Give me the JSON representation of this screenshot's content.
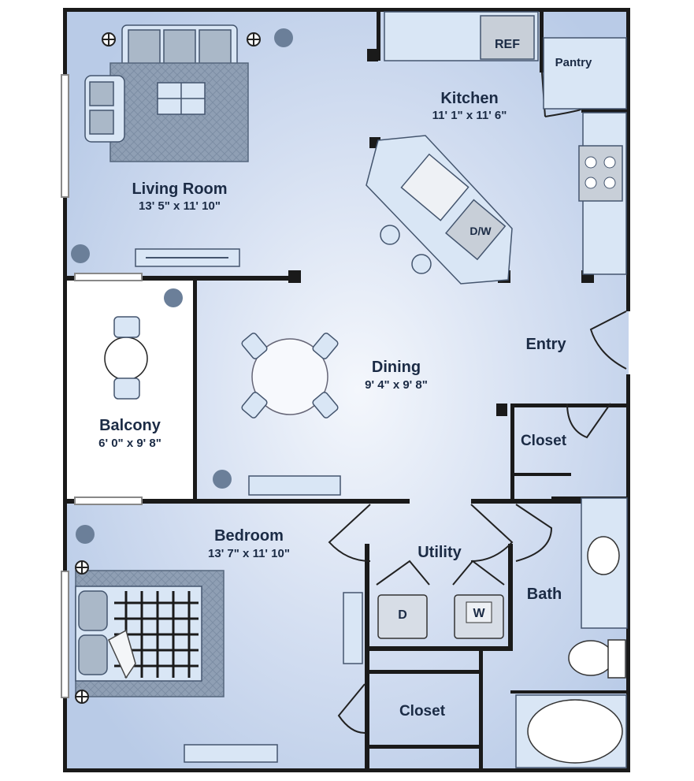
{
  "rooms": {
    "living": {
      "name": "Living Room",
      "dims": "13' 5\" x 11' 10\""
    },
    "kitchen": {
      "name": "Kitchen",
      "dims": "11' 1\" x 11' 6\""
    },
    "dining": {
      "name": "Dining",
      "dims": "9' 4\" x 9' 8\""
    },
    "balcony": {
      "name": "Balcony",
      "dims": "6' 0\" x 9' 8\""
    },
    "bedroom": {
      "name": "Bedroom",
      "dims": "13' 7\" x 11' 10\""
    },
    "entry": {
      "name": "Entry"
    },
    "closet_entry": {
      "name": "Closet"
    },
    "closet_bedroom": {
      "name": "Closet"
    },
    "utility": {
      "name": "Utility"
    },
    "bath": {
      "name": "Bath"
    },
    "pantry": {
      "name": "Pantry"
    }
  },
  "appliances": {
    "ref": "REF",
    "dishwasher": "D/W",
    "dryer": "D",
    "washer": "W"
  },
  "colors": {
    "floor": "#c4d4ec",
    "floor_light": "#eef3fb",
    "balcony": "#ffffff",
    "wall": "#1a1a1a",
    "text": "#1b2b45"
  }
}
